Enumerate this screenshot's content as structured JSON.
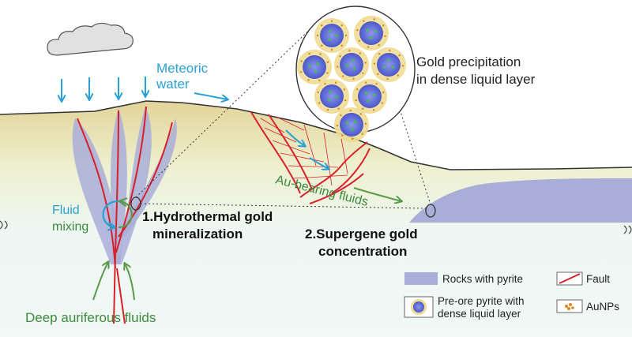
{
  "labels": {
    "meteoric_line1": "Meteoric",
    "meteoric_line2": "water",
    "gold_precip_line1": "Gold precipitation",
    "gold_precip_line2": "in dense liquid layer",
    "fluid_line1": "Fluid",
    "fluid_line2": "mixing",
    "hydro_line1": "1.Hydrothermal gold",
    "hydro_line2": "mineralization",
    "supergene_line1": "2.Supergene gold",
    "supergene_line2": "concentration",
    "au_bearing": "Au-bearing fluids",
    "deep": "Deep auriferous fluids"
  },
  "legend": {
    "rocks": "Rocks with pyrite",
    "fault": "Fault",
    "preore_line1": "Pre-ore pyrite with",
    "preore_line2": "dense liquid layer",
    "aunps": "AuNPs"
  },
  "colors": {
    "blue_text": "#2aa0d8",
    "green_text": "#3c8a3c",
    "fault_red": "#d8202a",
    "rock_purple": "#a9aed8",
    "ground_tan": "#e7dca6",
    "ground_light": "#eef6f4",
    "arrow_blue": "#2aa0d8",
    "arrow_green": "#5a9a4a"
  },
  "icons": [
    "cloud-icon",
    "water-arrow-icon",
    "mixing-swirl-icon",
    "pyrite-grain-icon",
    "aunp-cluster-icon"
  ]
}
